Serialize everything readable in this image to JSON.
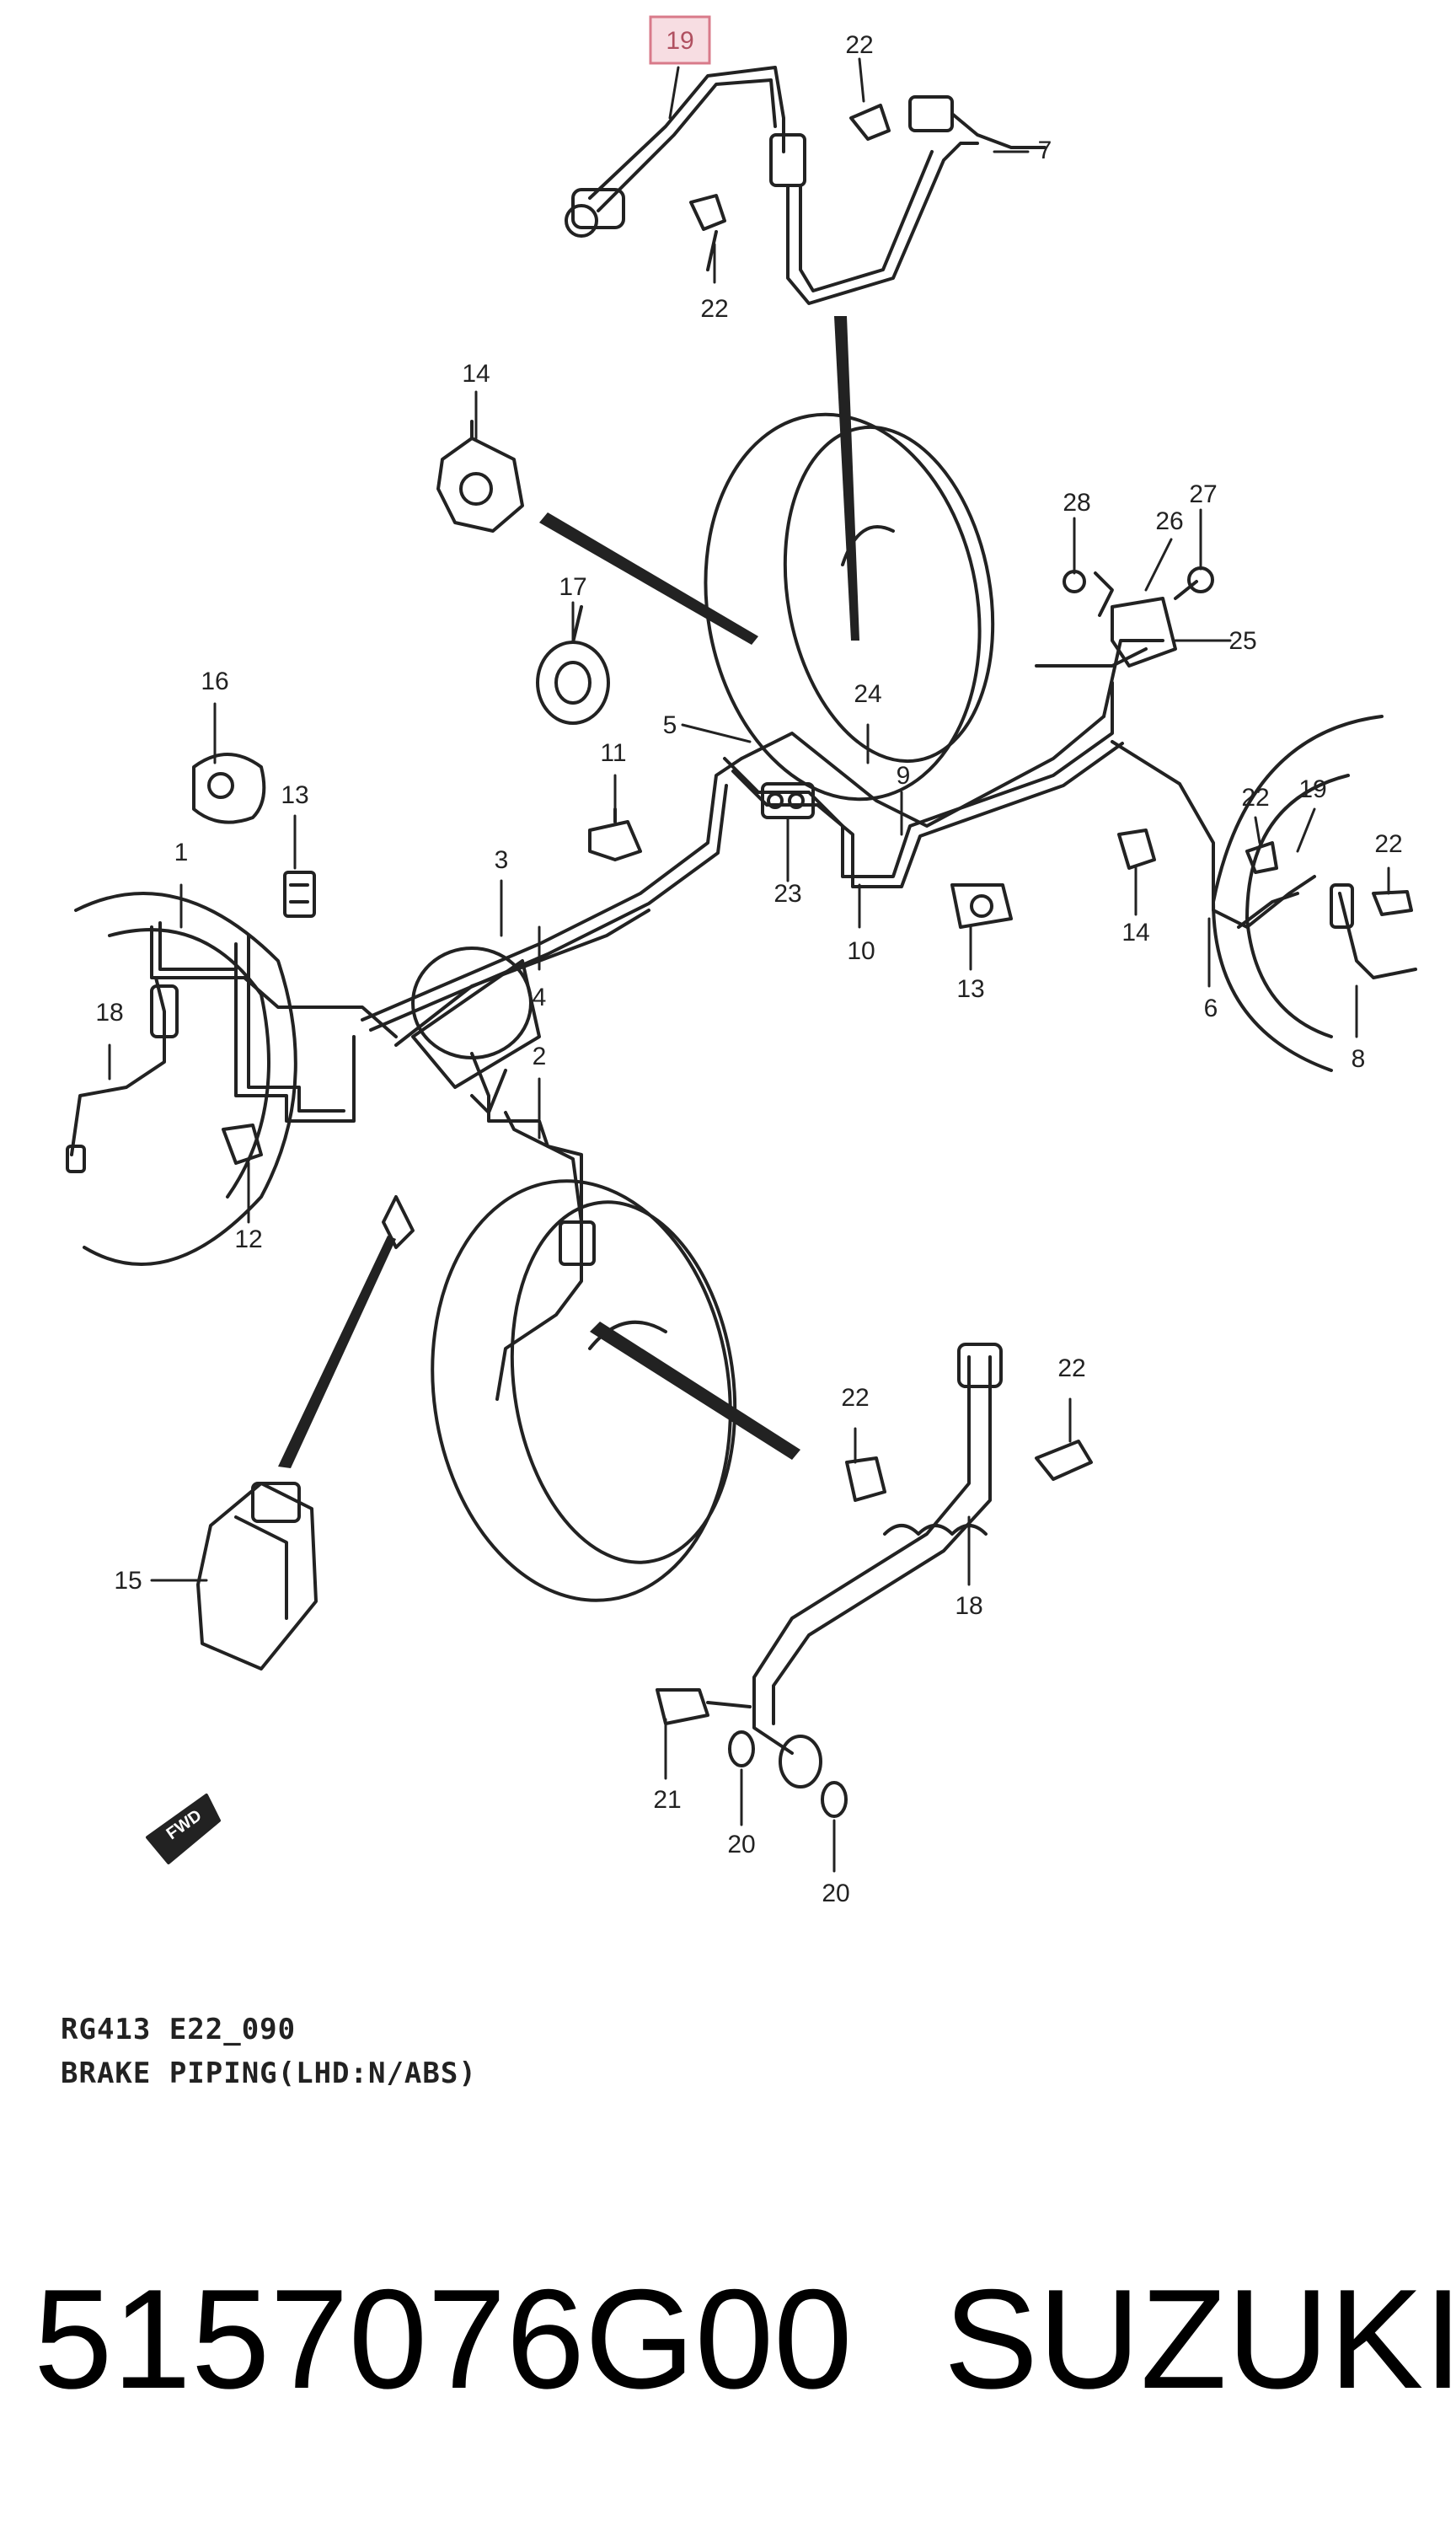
{
  "diagram": {
    "highlighted_callout": "19",
    "callouts": [
      {
        "id": "c19_top",
        "label": "19"
      },
      {
        "id": "c22_a",
        "label": "22"
      },
      {
        "id": "c7",
        "label": "7"
      },
      {
        "id": "c22_b",
        "label": "22"
      },
      {
        "id": "c14_top",
        "label": "14"
      },
      {
        "id": "c28",
        "label": "28"
      },
      {
        "id": "c27",
        "label": "27"
      },
      {
        "id": "c26",
        "label": "26"
      },
      {
        "id": "c25",
        "label": "25"
      },
      {
        "id": "c17",
        "label": "17"
      },
      {
        "id": "c16",
        "label": "16"
      },
      {
        "id": "c5",
        "label": "5"
      },
      {
        "id": "c24",
        "label": "24"
      },
      {
        "id": "c11",
        "label": "11"
      },
      {
        "id": "c9",
        "label": "9"
      },
      {
        "id": "c13_a",
        "label": "13"
      },
      {
        "id": "c3",
        "label": "3"
      },
      {
        "id": "c1",
        "label": "1"
      },
      {
        "id": "c23",
        "label": "23"
      },
      {
        "id": "c10",
        "label": "10"
      },
      {
        "id": "c22_c",
        "label": "22"
      },
      {
        "id": "c19_r",
        "label": "19"
      },
      {
        "id": "c22_d",
        "label": "22"
      },
      {
        "id": "c14_r",
        "label": "14"
      },
      {
        "id": "c13_b",
        "label": "13"
      },
      {
        "id": "c4",
        "label": "4"
      },
      {
        "id": "c18_l",
        "label": "18"
      },
      {
        "id": "c6",
        "label": "6"
      },
      {
        "id": "c8",
        "label": "8"
      },
      {
        "id": "c2",
        "label": "2"
      },
      {
        "id": "c12",
        "label": "12"
      },
      {
        "id": "c22_e",
        "label": "22"
      },
      {
        "id": "c22_f",
        "label": "22"
      },
      {
        "id": "c15",
        "label": "15"
      },
      {
        "id": "c18_b",
        "label": "18"
      },
      {
        "id": "c21",
        "label": "21"
      },
      {
        "id": "c20_a",
        "label": "20"
      },
      {
        "id": "c20_b",
        "label": "20"
      }
    ],
    "caption_line1": "RG413  E22_090",
    "caption_line2": "BRAKE PIPING(LHD:N/ABS)",
    "fwd_label": "FWD"
  },
  "footer": {
    "part_number": "5157076G00",
    "brand": "SUZUKI"
  }
}
